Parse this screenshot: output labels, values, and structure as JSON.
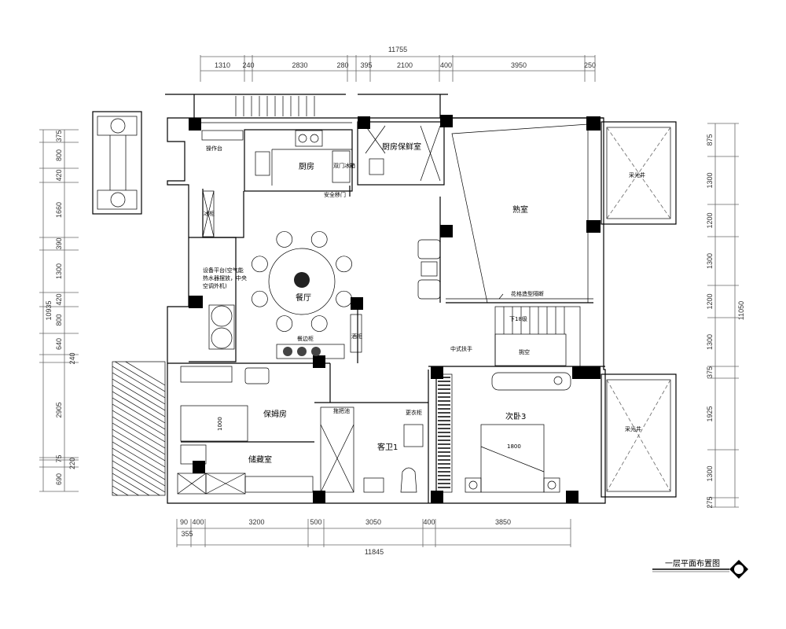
{
  "title": "一层平面布置图",
  "dimensions": {
    "top_total": "11755",
    "top": [
      "1310",
      "240",
      "2830",
      "280",
      "395",
      "2100",
      "400",
      "3950",
      "250"
    ],
    "bottom_total": "11845",
    "bottom": [
      "90",
      "400",
      "3200",
      "500",
      "3050",
      "400",
      "3850"
    ],
    "bottom_extra": "355",
    "left_total": "10935",
    "left": [
      "375",
      "800",
      "420",
      "1660",
      "390",
      "1300",
      "420",
      "800",
      "640",
      "240",
      "2905",
      "75",
      "220",
      "690"
    ],
    "right_total": "11050",
    "right": [
      "875",
      "1300",
      "1200",
      "1300",
      "1200",
      "1300",
      "375",
      "1925",
      "1300",
      "275"
    ]
  },
  "rooms": {
    "kitchen": "厨房",
    "kitchen_fresh": "厨房保鲜室",
    "tea_room": "熟室",
    "dining": "餐厅",
    "sideboard": "餐边柜",
    "light_well_1": "采光井",
    "light_well_2": "采光井",
    "void": "挑空",
    "bedroom3": "次卧3",
    "guest_bath": "客卫1",
    "nanny_room": "保姆房",
    "storage": "储藏室"
  },
  "annotations": {
    "prep_counter": "操作台",
    "fridge": "冰柜",
    "fridge_kitchen": "双门冰箱",
    "safety_door": "安全移门",
    "partition": "花格造型隔断",
    "stairs_down": "下18级",
    "handrail": "中式扶手",
    "equipment_note_1": "设备平台(空气能",
    "equipment_note_2": "热水器摆放，中央",
    "equipment_note_3": "空调外机)",
    "wine": "酒柜",
    "cleaning": "拖把池",
    "dressing": "更衣柜",
    "bed_width": "1800",
    "bed_width_nanny": "1000"
  }
}
